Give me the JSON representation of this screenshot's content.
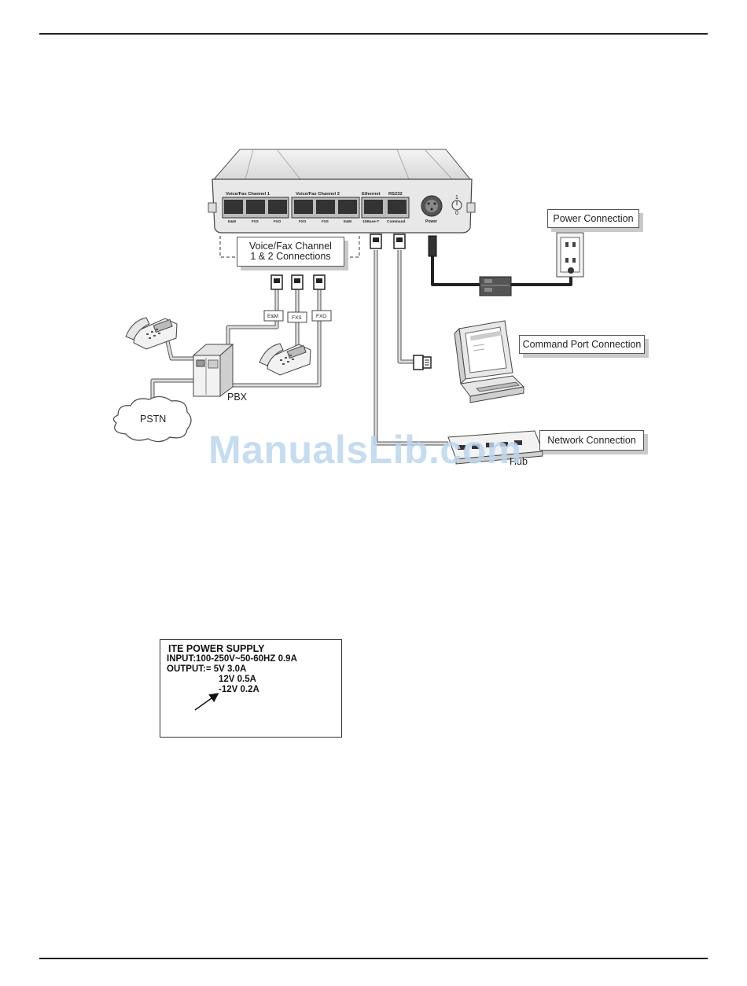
{
  "device": {
    "panel_label_ch1": "Voice/Fax Channel 1",
    "panel_label_ch2": "Voice/Fax Channel 2",
    "panel_label_ethernet": "Ethernet",
    "panel_label_rs232": "RS232",
    "port_labels_ch1": [
      "E&M",
      "FXS",
      "FXO"
    ],
    "port_labels_ch2": [
      "FXO",
      "FXS",
      "E&M"
    ],
    "port_label_ethernet": "10Base-T",
    "port_label_command": "Command",
    "power_label": "Power",
    "switch_on": "1",
    "switch_off": "0"
  },
  "callouts": {
    "voice_fax_line1": "Voice/Fax Channel",
    "voice_fax_line2": "1 & 2 Connections",
    "power_connection": "Power Connection",
    "command_port_connection": "Command Port Connection",
    "network_connection": "Network Connection"
  },
  "labels": {
    "pbx": "PBX",
    "pstn": "PSTN",
    "hub": "Hub",
    "connector_em": "E&M",
    "connector_fxs": "FXS",
    "connector_fxo": "FXO"
  },
  "watermark": "ManualsLib.com",
  "power_supply_label": {
    "title": "ITE POWER SUPPLY",
    "input": "INPUT:100-250V~50-60HZ 0.9A",
    "output": "OUTPUT:= 5V 3.0A",
    "output_12v": "12V 0.5A",
    "output_neg12v": "-12V 0.2A"
  }
}
